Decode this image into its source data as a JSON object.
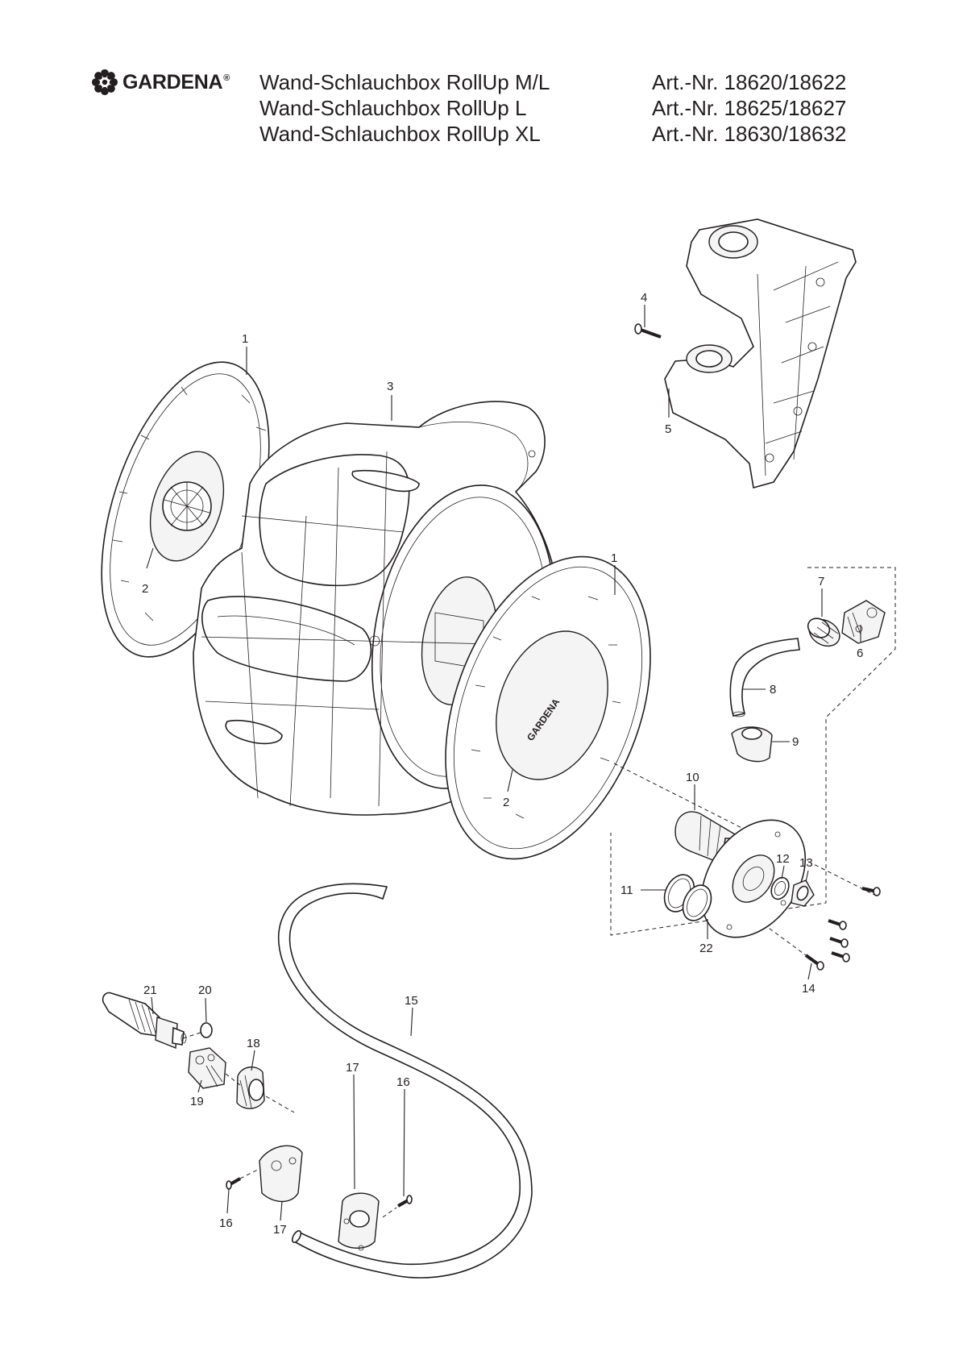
{
  "brand": {
    "name": "GARDENA",
    "registered": "®"
  },
  "titles": [
    {
      "name": "Wand-Schlauchbox RollUp M/L",
      "article": "Art.-Nr. 18620/18622"
    },
    {
      "name": "Wand-Schlauchbox RollUp L",
      "article": "Art.-Nr. 18625/18627"
    },
    {
      "name": "Wand-Schlauchbox RollUp XL",
      "article": "Art.-Nr. 18630/18632"
    }
  ],
  "part_labels": {
    "p1a": "1",
    "p1b": "1",
    "p2a": "2",
    "p2b": "2",
    "p3": "3",
    "p4": "4",
    "p5": "5",
    "p6": "6",
    "p7": "7",
    "p8": "8",
    "p9": "9",
    "p10": "10",
    "p11": "11",
    "p12": "12",
    "p13": "13",
    "p14": "14",
    "p15": "15",
    "p16a": "16",
    "p16b": "16",
    "p17a": "17",
    "p17b": "17",
    "p18": "18",
    "p19": "19",
    "p20": "20",
    "p21": "21",
    "p22": "22"
  },
  "colors": {
    "line": "#231f20",
    "background": "#ffffff"
  }
}
